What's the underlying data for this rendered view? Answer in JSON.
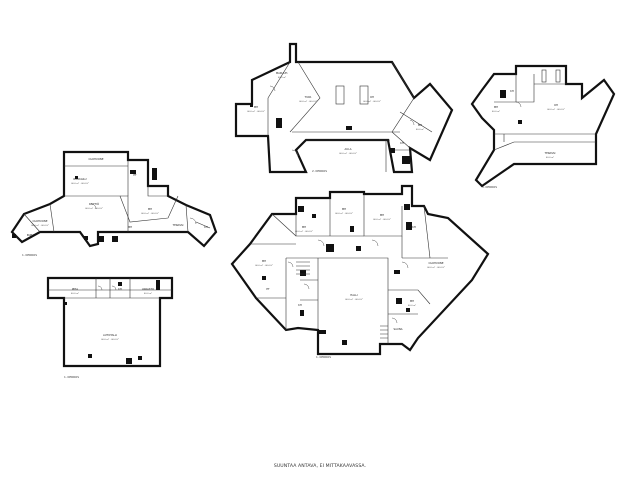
{
  "floors": [
    {
      "id": "floor-top-left",
      "label": "1. KERROS"
    },
    {
      "id": "floor-bottom-left",
      "label": "1. KERROS"
    },
    {
      "id": "floor-top-center",
      "label": "2. KERROS"
    },
    {
      "id": "floor-top-right",
      "label": "3. KERROS"
    },
    {
      "id": "floor-center",
      "label": "1. KERROS"
    }
  ],
  "disclaimer": "SUUNTAA ANTAVA, EI MITTAKAAVASSA."
}
